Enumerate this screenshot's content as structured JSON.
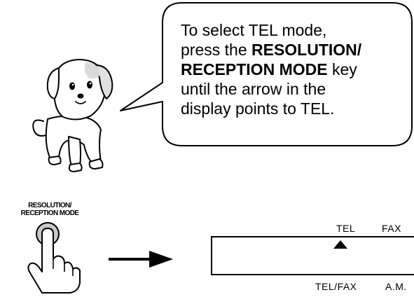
{
  "callout": {
    "line1": "To select TEL mode,",
    "line2_pre": "press the ",
    "line2_bold": "RESOLUTION/",
    "line3_bold": "RECEPTION MODE",
    "line3_post": " key",
    "line4": "until the arrow in the",
    "line5": "display points to TEL."
  },
  "key": {
    "label_line1": "RESOLUTION/",
    "label_line2": "RECEPTION MODE"
  },
  "display": {
    "top_left_label": "TEL",
    "top_right_label": "FAX",
    "bottom_left_label": "TEL/FAX",
    "bottom_right_label": "A.M."
  },
  "icons": {
    "mascot": "puppy-mascot-icon",
    "hand": "pointing-hand-icon",
    "arrow": "right-arrow-icon",
    "indicator": "triangle-up-icon"
  }
}
